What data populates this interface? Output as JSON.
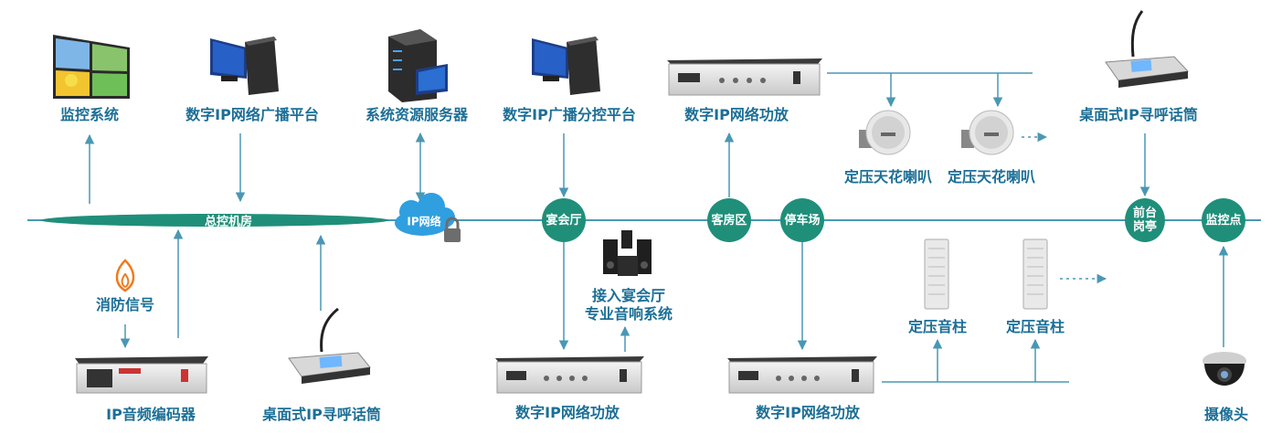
{
  "title_partial": "",
  "hub": {
    "label": "总控机房"
  },
  "cloud": {
    "label": "IP网络"
  },
  "nodes": {
    "banquet": "宴会厅",
    "guestroom": "客房区",
    "parking": "停车场",
    "front_desk": "前台岗亭",
    "monitor_point": "监控点"
  },
  "devices": {
    "surveillance": "监控系统",
    "ip_broadcast_platform": "数字IP网络广播平台",
    "resource_server": "系统资源服务器",
    "zone_control_platform": "数字IP广播分控平台",
    "amp_top": "数字IP网络功放",
    "ceiling_speaker_1": "定压天花喇叭",
    "ceiling_speaker_2": "定压天花喇叭",
    "desk_mic_top": "桌面式IP寻呼话筒",
    "fire_signal": "消防信号",
    "audio_encoder": "IP音频编码器",
    "desk_mic_bottom": "桌面式IP寻呼话筒",
    "banquet_audio_line1": "接入宴会厅",
    "banquet_audio_line2": "专业音响系统",
    "amp_banquet": "数字IP网络功放",
    "amp_parking": "数字IP网络功放",
    "column_speaker_1": "定压音柱",
    "column_speaker_2": "定压音柱",
    "camera": "摄像头"
  },
  "colors": {
    "line": "#4a97b4",
    "hub_fill": "#1f8f7a",
    "label_text": "#1c6f96",
    "cloud": "#2f9fe0"
  },
  "icons": [
    "video-wall-icon",
    "computer-icon",
    "server-icon",
    "amplifier-icon",
    "ceiling-speaker-icon",
    "desk-microphone-icon",
    "flame-icon",
    "encoder-icon",
    "lock-icon",
    "pro-audio-speakers-icon",
    "column-speaker-icon",
    "dome-camera-icon"
  ]
}
